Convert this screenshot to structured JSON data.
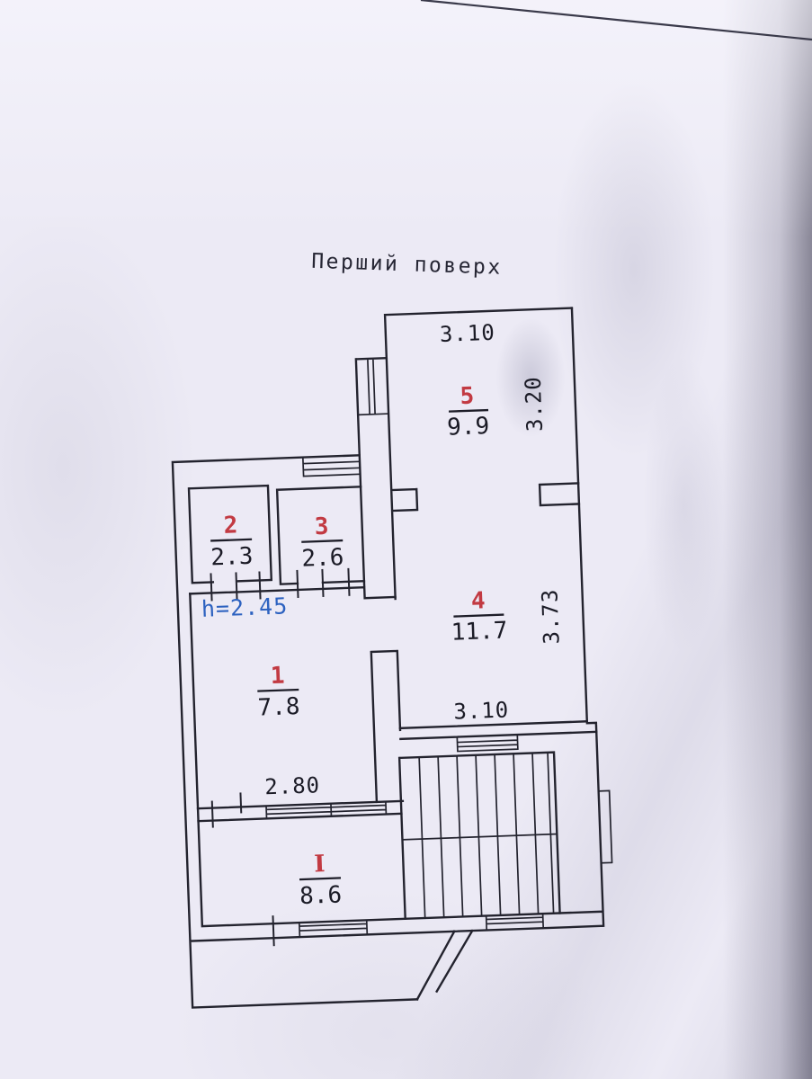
{
  "document": {
    "kind": "scanned floor plan page",
    "language": "Ukrainian"
  },
  "labels": {
    "title": "Перший поверх",
    "height_note": "h=2.45",
    "dim_room5_width": "3.10",
    "dim_room5_depth": "3.20",
    "dim_room4_depth": "3.73",
    "dim_room4_width": "3.10",
    "dim_room1_width": "2.80"
  },
  "rooms": {
    "r1": {
      "num": "1",
      "area": "7.8"
    },
    "r2": {
      "num": "2",
      "area": "2.3"
    },
    "r3": {
      "num": "3",
      "area": "2.6"
    },
    "r4": {
      "num": "4",
      "area": "11.7"
    },
    "r5": {
      "num": "5",
      "area": "9.9"
    },
    "rI": {
      "num": "I",
      "area": "8.6"
    }
  },
  "colors": {
    "paper": "#eceaf5",
    "wall_line": "#23232e",
    "room_number": "#c23a42",
    "area_text": "#1b1b26",
    "height_note": "#2d62c0",
    "scan_edge": "#3a3a4a"
  }
}
